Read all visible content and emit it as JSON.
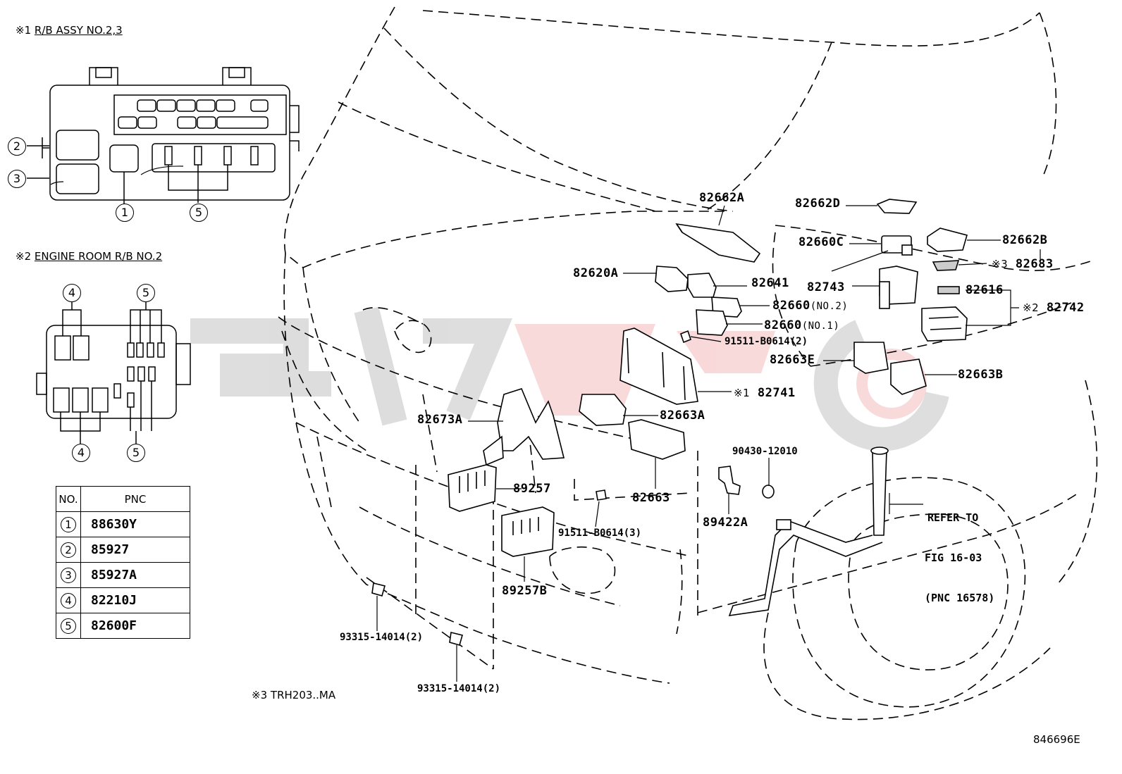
{
  "notes": {
    "n1_mark": "※1",
    "n1_text": "R/B ASSY NO.2,3",
    "n2_mark": "※2",
    "n2_text": "ENGINE ROOM R/B NO.2",
    "n3_mark": "※3",
    "n3_text": "TRH203..MA"
  },
  "inset1_callouts": [
    "2",
    "3",
    "1",
    "5"
  ],
  "inset2_callouts": [
    "4",
    "5",
    "4",
    "5"
  ],
  "pnc_table": {
    "headers": [
      "NO.",
      "PNC"
    ],
    "rows": [
      {
        "no": "1",
        "pnc": "88630Y"
      },
      {
        "no": "2",
        "pnc": "85927"
      },
      {
        "no": "3",
        "pnc": "85927A"
      },
      {
        "no": "4",
        "pnc": "82210J"
      },
      {
        "no": "5",
        "pnc": "82600F"
      }
    ]
  },
  "parts": {
    "p82662A": "82662A",
    "p82662D": "82662D",
    "p82660C": "82660C",
    "p82662B": "82662B",
    "p82683_mark": "※3",
    "p82683": "82683",
    "p82620A": "82620A",
    "p82743": "82743",
    "p82641": "82641",
    "p82616": "82616",
    "p82660_no2": "82660",
    "p82660_no2_suffix": "(NO.2)",
    "p82742_mark": "※2",
    "p82742": "82742",
    "p82660_no1": "82660",
    "p82660_no1_suffix": "(NO.1)",
    "p91511_2": "91511-B0614(2)",
    "p82663E": "82663E",
    "p82663B": "82663B",
    "p82741_mark": "※1",
    "p82741": "82741",
    "p82673A": "82673A",
    "p82663A": "82663A",
    "p90430": "90430-12010",
    "p89257": "89257",
    "p82663": "82663",
    "p89422A": "89422A",
    "p91511_3": "91511-B0614(3)",
    "p89257B": "89257B",
    "p93315_a": "93315-14014(2)",
    "p93315_b": "93315-14014(2)"
  },
  "refer": {
    "line1": "REFER TO",
    "line2": "FIG 16-03",
    "line3": "(PNC 16578)"
  },
  "diagram_code": "846696E"
}
